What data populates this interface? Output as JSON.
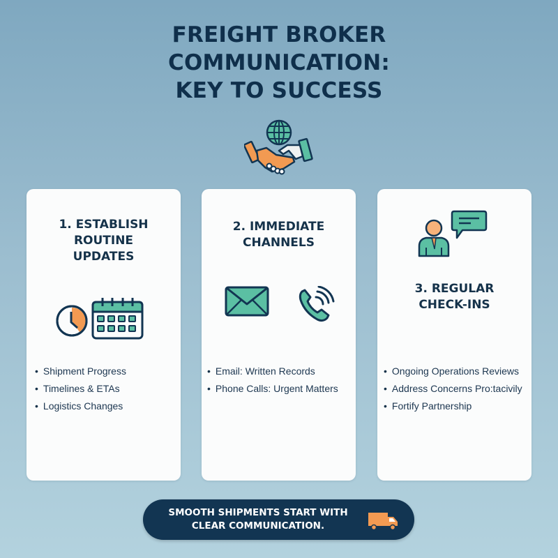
{
  "header": {
    "title_lines": [
      "FREIGHT BROKER",
      "COMMUNICATION:",
      "KEY TO SUCCESS"
    ],
    "hero_icon": "handshake-globe-icon"
  },
  "cards": [
    {
      "title_lines": [
        "1. ESTABLISH",
        "ROUTINE",
        "UPDATES"
      ],
      "icons": [
        "clock-icon",
        "calendar-icon"
      ],
      "bullets": [
        "Shipment Progress",
        "Timelines & ETAs",
        "Logistics Changes"
      ]
    },
    {
      "title_lines": [
        "2. IMMEDIATE",
        "CHANNELS"
      ],
      "icons": [
        "envelope-icon",
        "phone-icon"
      ],
      "bullets": [
        "Email: Written Records",
        "Phone Calls: Urgent Matters"
      ]
    },
    {
      "title_lines": [
        "3. REGULAR",
        "CHECK-INS"
      ],
      "icons": [
        "person-speech-bubble-icon"
      ],
      "bullets": [
        "Ongoing Operations Reviews",
        "Address Concerns Pro:tacivily",
        "Fortify Partnership"
      ]
    }
  ],
  "footer": {
    "lines": [
      "SMOOTH SHIPMENTS START WITH",
      "CLEAR COMMUNICATION."
    ],
    "icon": "delivery-truck-icon"
  },
  "colors": {
    "navy": "#123552",
    "teal": "#5bbfa3",
    "orange": "#f29a52",
    "card_bg": "#fbfcfc",
    "bg_top": "#7fa8c0",
    "bg_bottom": "#b3d2de"
  }
}
